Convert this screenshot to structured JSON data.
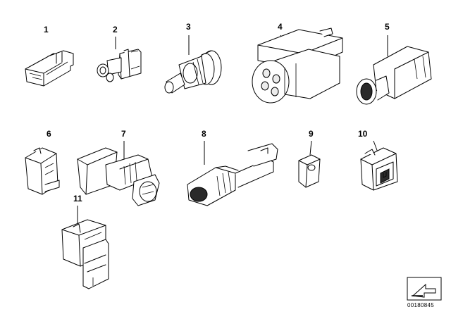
{
  "diagram": {
    "callouts": [
      "1",
      "2",
      "3",
      "4",
      "5",
      "6",
      "7",
      "8",
      "9",
      "10",
      "11"
    ],
    "image_code": "00180845"
  }
}
